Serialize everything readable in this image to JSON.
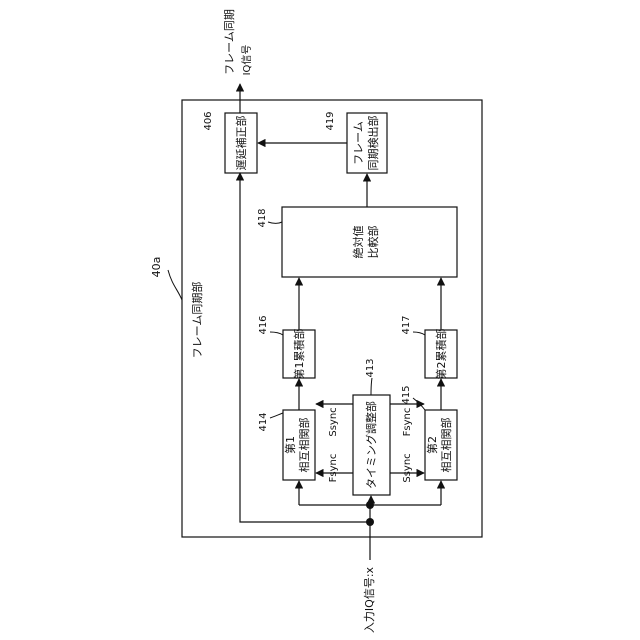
{
  "diagram": {
    "labels": {
      "output_title": "フレーム同期",
      "output_sub": "IQ信号",
      "input": "入力IQ信号:x",
      "system_ref": "40a",
      "system_title": "フレーム同期部",
      "fsync": "Fsync",
      "ssync": "Ssync"
    },
    "blocks": {
      "delay_correction": {
        "ref": "406",
        "label": "遅延補正部"
      },
      "frame_sync_detect": {
        "ref": "419",
        "line1": "フレーム",
        "line2": "同期検出部"
      },
      "abs_compare": {
        "ref": "418",
        "line1": "絶対値",
        "line2": "比較部"
      },
      "accum1": {
        "ref": "416",
        "label": "第1累積部"
      },
      "accum2": {
        "ref": "417",
        "label": "第2累積部"
      },
      "corr1": {
        "ref": "414",
        "line1": "第1",
        "line2": "相互相関部"
      },
      "corr2": {
        "ref": "415",
        "line1": "第2",
        "line2": "相互相関部"
      },
      "timing": {
        "ref": "413",
        "label": "タイミング調整部"
      }
    }
  }
}
